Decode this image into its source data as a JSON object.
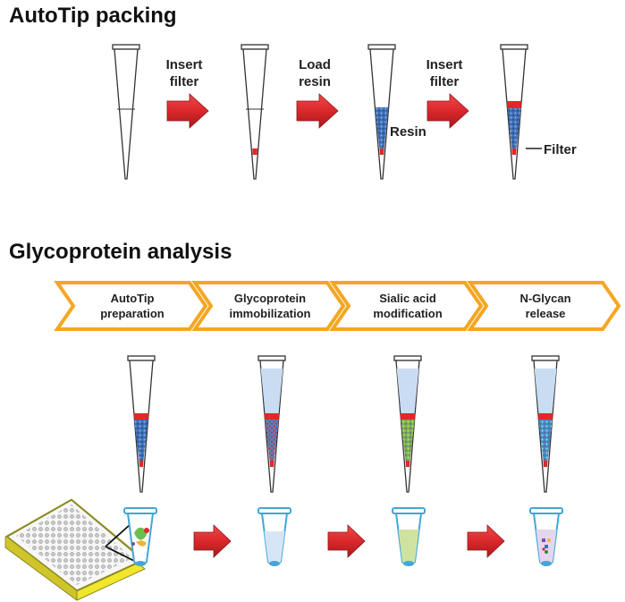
{
  "packing": {
    "title": "AutoTip packing",
    "steps": [
      "Insert\nfilter",
      "Load\nresin",
      "Insert\nfilter"
    ],
    "resin_label": "Resin",
    "filter_label": "Filter"
  },
  "analysis": {
    "title": "Glycoprotein analysis",
    "stages": [
      "AutoTip\npreparation",
      "Glycoprotein\nimmobilization",
      "Sialic acid\nmodification",
      "N-Glycan\nrelease"
    ]
  },
  "colors": {
    "arrow": "#d9282b",
    "chevron_border": "#f5a623",
    "filter": "#e0282a",
    "resin_blue": "#3f6fb5",
    "tube_blue": "#43a6d8",
    "plate_yellow": "#f2e62c"
  }
}
